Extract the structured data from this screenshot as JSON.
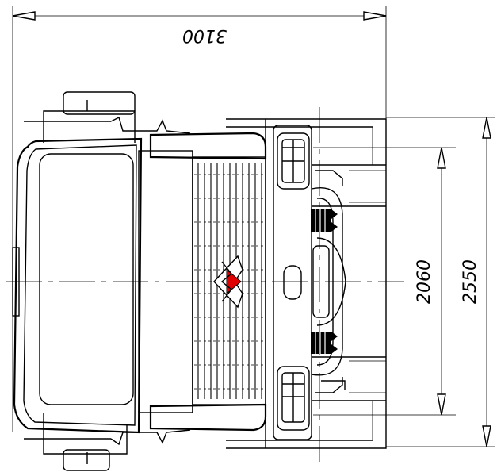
{
  "dimensions": {
    "overall_length": "3100",
    "track_width": "2060",
    "overall_width": "2550"
  },
  "colors": {
    "line": "#000000",
    "logo_accent": "#e00000",
    "background": "#ffffff"
  },
  "icons": {
    "logo": "maz-logo-icon",
    "arrow": "dimension-arrow-icon"
  }
}
